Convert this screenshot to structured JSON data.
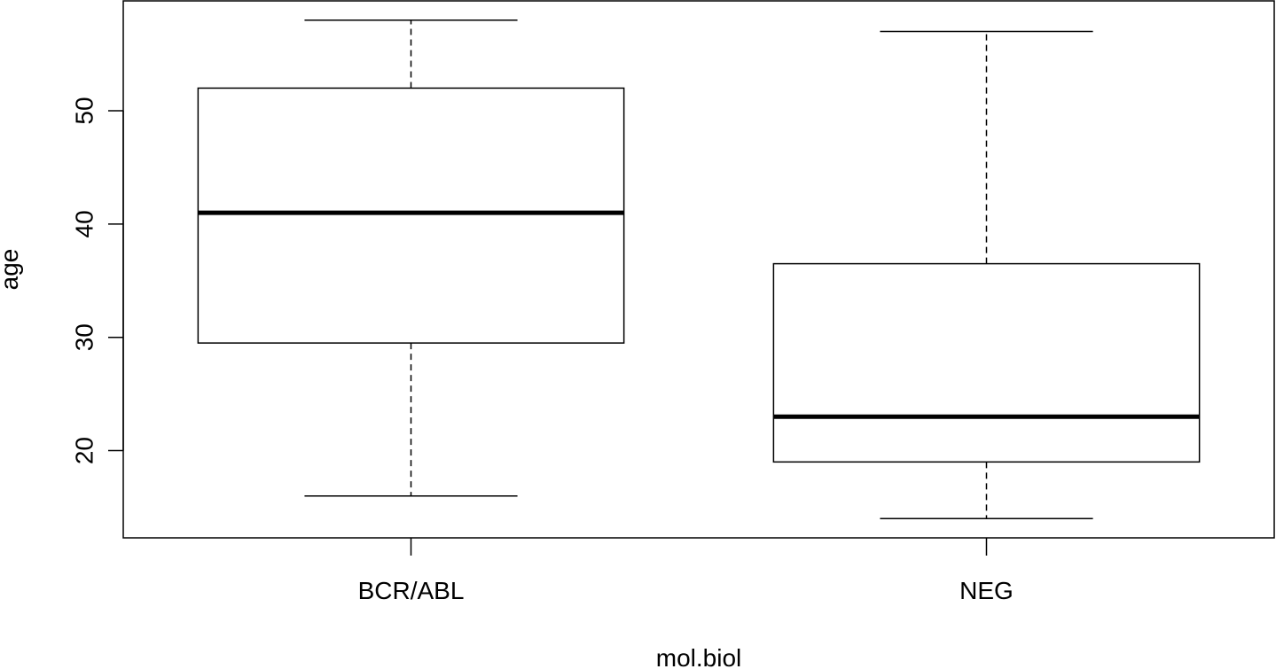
{
  "chart_data": {
    "type": "boxplot",
    "title": "",
    "xlabel": "mol.biol",
    "ylabel": "age",
    "categories": [
      "BCR/ABL",
      "NEG"
    ],
    "boxes": [
      {
        "category": "BCR/ABL",
        "whisker_low": 16,
        "q1": 29.5,
        "median": 41,
        "q3": 52,
        "whisker_high": 58
      },
      {
        "category": "NEG",
        "whisker_low": 14,
        "q1": 19,
        "median": 23,
        "q3": 36.5,
        "whisker_high": 57
      }
    ],
    "ylim": [
      12.3,
      59.7
    ],
    "yticks": [
      20,
      30,
      40,
      50
    ],
    "grid": false
  }
}
